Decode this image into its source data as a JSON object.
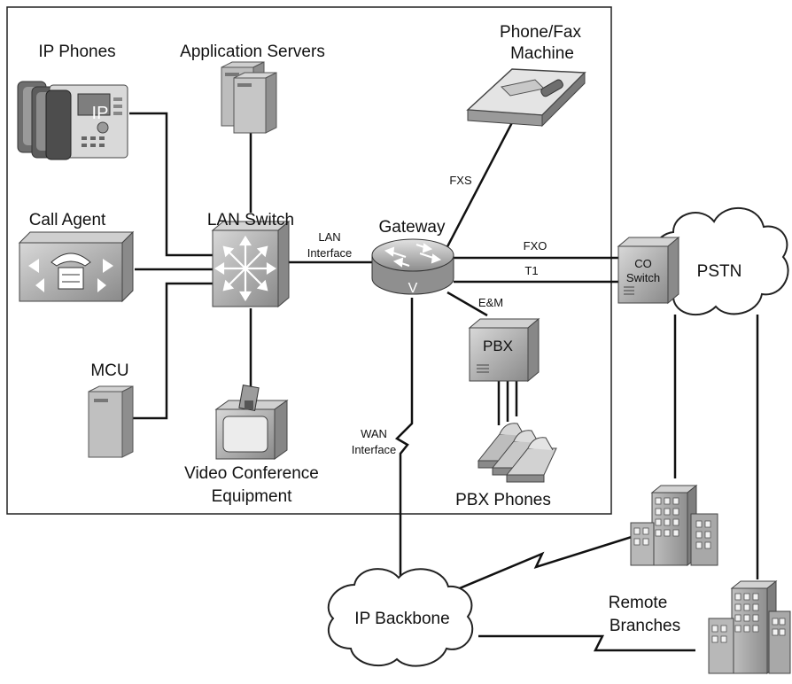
{
  "labels": {
    "ip_phones": "IP Phones",
    "application_servers": "Application Servers",
    "phone_fax_line1": "Phone/Fax",
    "phone_fax_line2": "Machine",
    "call_agent": "Call Agent",
    "lan_switch": "LAN Switch",
    "gateway": "Gateway",
    "mcu": "MCU",
    "video_line1": "Video Conference",
    "video_line2": "Equipment",
    "pbx_phones": "PBX Phones",
    "pstn": "PSTN",
    "ip_backbone": "IP Backbone",
    "remote_line1": "Remote",
    "remote_line2": "Branches"
  },
  "links": {
    "fxs": "FXS",
    "fxo": "FXO",
    "t1": "T1",
    "em": "E&M",
    "lan_interface_line1": "LAN",
    "lan_interface_line2": "Interface",
    "wan_interface_line1": "WAN",
    "wan_interface_line2": "Interface"
  },
  "device_marks": {
    "ip_phone_screen": "IP",
    "gateway_mark": "V",
    "pbx_box": "PBX",
    "co_switch_line1": "CO",
    "co_switch_line2": "Switch"
  },
  "icons": [
    "ip-phones-icon",
    "server-icon",
    "fax-icon",
    "call-agent-icon",
    "lan-switch-icon",
    "router-icon",
    "pbx-icon",
    "mcu-icon",
    "video-camera-icon",
    "pbx-phones-icon",
    "co-switch-icon",
    "cloud-icon",
    "building-icon"
  ]
}
